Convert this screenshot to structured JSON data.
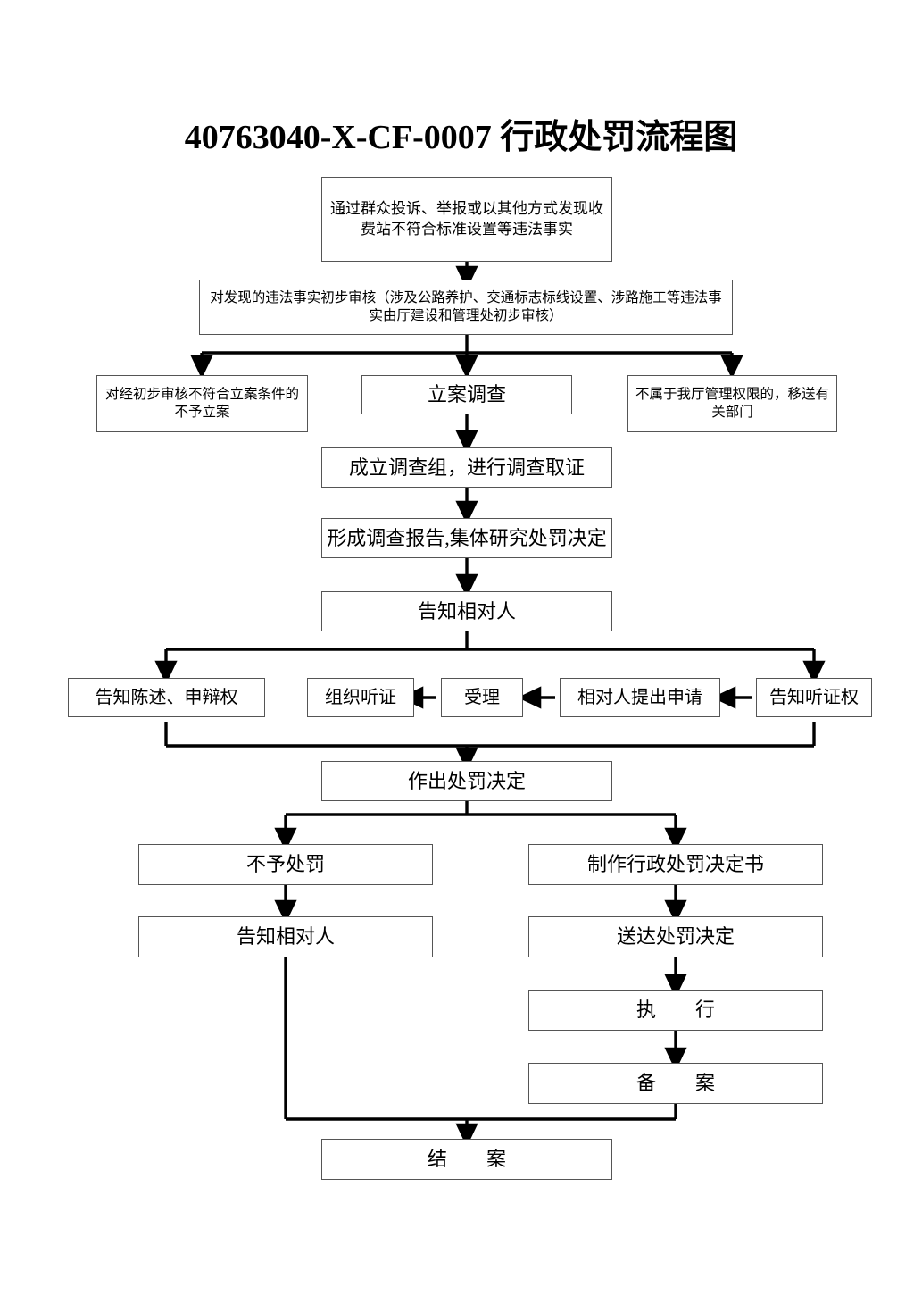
{
  "document": {
    "title": "40763040-X-CF-0007 行政处罚流程图",
    "type": "flowchart",
    "language": "zh-CN",
    "page_background": "#ffffff",
    "box_border_color": "#555555",
    "connector_color": "#000000"
  },
  "nodes": {
    "source": {
      "label": "通过群众投诉、举报或以其他方式发现收费站不符合标准设置等违法事实"
    },
    "preliminary_review": {
      "label": "对发现的违法事实初步审核（涉及公路养护、交通标志标线设置、涉路施工等违法事实由厅建设和管理处初步审核）"
    },
    "no_filing": {
      "label": "对经初步审核不符合立案条件的不予立案"
    },
    "file_case": {
      "label": "立案调查"
    },
    "transfer": {
      "label": "不属于我厅管理权限的，移送有关部门"
    },
    "investigation_team": {
      "label": "成立调查组，进行调查取证"
    },
    "report_decision": {
      "label": "形成调查报告,集体研究处罚决定"
    },
    "notify_party": {
      "label": "告知相对人"
    },
    "notify_statement_right": {
      "label": "告知陈述、申辩权"
    },
    "organize_hearing": {
      "label": "组织听证"
    },
    "accept": {
      "label": "受理"
    },
    "party_applies": {
      "label": "相对人提出申请"
    },
    "notify_hearing_right": {
      "label": "告知听证权"
    },
    "make_decision": {
      "label": "作出处罚决定"
    },
    "no_penalty": {
      "label": "不予处罚"
    },
    "notify_party_2": {
      "label": "告知相对人"
    },
    "make_decision_doc": {
      "label": "制作行政处罚决定书"
    },
    "serve_decision": {
      "label": "送达处罚决定"
    },
    "execute": {
      "label": "执　　行"
    },
    "record_file": {
      "label": "备　　案"
    },
    "close_case": {
      "label": "结　　案"
    }
  },
  "edges": [
    {
      "from": "source",
      "to": "preliminary_review",
      "kind": "arrow-down"
    },
    {
      "from": "preliminary_review",
      "to": "no_filing",
      "kind": "split-arrow-down"
    },
    {
      "from": "preliminary_review",
      "to": "file_case",
      "kind": "split-arrow-down"
    },
    {
      "from": "preliminary_review",
      "to": "transfer",
      "kind": "split-arrow-down"
    },
    {
      "from": "file_case",
      "to": "investigation_team",
      "kind": "arrow-down"
    },
    {
      "from": "investigation_team",
      "to": "report_decision",
      "kind": "arrow-down"
    },
    {
      "from": "report_decision",
      "to": "notify_party",
      "kind": "arrow-down"
    },
    {
      "from": "notify_party",
      "to": "notify_statement_right",
      "kind": "split-arrow-down"
    },
    {
      "from": "notify_party",
      "to": "notify_hearing_right",
      "kind": "split-arrow-down"
    },
    {
      "from": "notify_hearing_right",
      "to": "party_applies",
      "kind": "arrow-left"
    },
    {
      "from": "party_applies",
      "to": "accept",
      "kind": "arrow-left"
    },
    {
      "from": "accept",
      "to": "organize_hearing",
      "kind": "arrow-left"
    },
    {
      "from": "notify_statement_right",
      "to": "make_decision",
      "kind": "merge-arrow-down"
    },
    {
      "from": "notify_hearing_right",
      "to": "make_decision",
      "kind": "merge-arrow-down"
    },
    {
      "from": "make_decision",
      "to": "no_penalty",
      "kind": "split-arrow-down"
    },
    {
      "from": "make_decision",
      "to": "make_decision_doc",
      "kind": "split-arrow-down"
    },
    {
      "from": "no_penalty",
      "to": "notify_party_2",
      "kind": "arrow-down"
    },
    {
      "from": "make_decision_doc",
      "to": "serve_decision",
      "kind": "arrow-down"
    },
    {
      "from": "serve_decision",
      "to": "execute",
      "kind": "arrow-down"
    },
    {
      "from": "execute",
      "to": "record_file",
      "kind": "arrow-down"
    },
    {
      "from": "notify_party_2",
      "to": "close_case",
      "kind": "merge-arrow-down"
    },
    {
      "from": "record_file",
      "to": "close_case",
      "kind": "merge-arrow-down"
    }
  ]
}
